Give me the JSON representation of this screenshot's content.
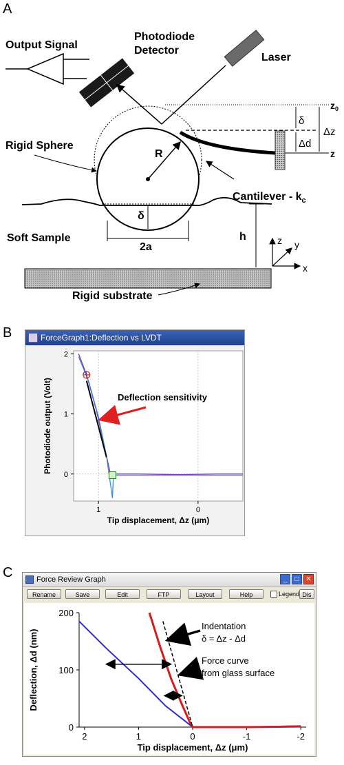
{
  "panels": {
    "a": "A",
    "b": "B",
    "c": "C"
  },
  "diagram": {
    "output_signal": "Output Signal",
    "photodiode_line1": "Photodiode",
    "photodiode_line2": "Detector",
    "laser": "Laser",
    "rigid_sphere": "Rigid Sphere",
    "radius": "R",
    "delta": "δ",
    "two_a": "2a",
    "soft_sample": "Soft Sample",
    "h": "h",
    "cantilever": "Cantilever - k",
    "cantilever_sub": "c",
    "z0": "z",
    "z0_sub": "0",
    "z": "z",
    "dz": "Δz",
    "dd": "Δd",
    "delta_right": "δ",
    "axis_z": "z",
    "axis_y": "y",
    "axis_x": "x",
    "substrate": "Rigid substrate"
  },
  "window_b": {
    "title": "ForceGraph1:Deflection vs LVDT",
    "annotation": "Deflection sensitivity",
    "chart_data": {
      "type": "line",
      "xlabel": "Tip displacement, Δz (μm)",
      "ylabel": "Photodiode output (Volt)",
      "xlim": [
        1.25,
        -0.45
      ],
      "ylim": [
        -0.45,
        2.05
      ],
      "x_ticks": [
        "1",
        "0"
      ],
      "y_ticks": [
        "2",
        "1",
        "0"
      ],
      "series": [
        {
          "color": "#7b2fb8",
          "x": [
            1.2,
            1.12,
            1.02,
            0.92,
            0.88,
            0.85,
            0.6,
            0.2,
            -0.2,
            -0.45
          ],
          "y": [
            2.0,
            1.65,
            1.05,
            0.3,
            0.0,
            0.0,
            0.0,
            -0.01,
            0.0,
            0.0
          ]
        },
        {
          "color": "#3a8ad8",
          "x": [
            1.2,
            1.1,
            1.0,
            0.92,
            0.86,
            0.85,
            0.4,
            0.0,
            -0.45
          ],
          "y": [
            1.95,
            1.55,
            0.95,
            0.3,
            -0.4,
            -0.02,
            -0.02,
            -0.02,
            -0.02
          ]
        },
        {
          "color": "#000000",
          "x": [
            1.12,
            0.92
          ],
          "y": [
            1.55,
            0.28
          ]
        }
      ]
    }
  },
  "window_c": {
    "title": "Force Review Graph",
    "toolbar": [
      "Rename",
      "Save",
      "Edit",
      "FTP",
      "Layout",
      "Help"
    ],
    "legend_label": "Legend",
    "overflow_label": "Dis",
    "annot_indentation": "Indentation",
    "annot_delta_eq": "δ = Δz - Δd",
    "annot_force_l1": "Force curve",
    "annot_force_l2": "from glass surface",
    "chart_data": {
      "type": "line",
      "xlabel": "Tip displacement, Δz (μm)",
      "ylabel": "Deflection, Δd (nm)",
      "xlim": [
        2.1,
        -2.1
      ],
      "ylim": [
        0,
        200
      ],
      "x_ticks": [
        "2",
        "1",
        "0",
        "-1",
        "-2"
      ],
      "y_ticks": [
        "200",
        "100",
        "0"
      ],
      "series": [
        {
          "color": "#2a2ad8",
          "x": [
            2.1,
            1.6,
            1.0,
            0.5,
            0.2,
            0.0,
            -1.0,
            -2.0
          ],
          "y": [
            185,
            138,
            85,
            37,
            15,
            0,
            0,
            2
          ]
        },
        {
          "color": "#d81a1a",
          "x": [
            0.8,
            0.6,
            0.4,
            0.2,
            0.05,
            0.0,
            -1.0,
            -2.0
          ],
          "y": [
            200,
            140,
            85,
            40,
            8,
            0,
            0,
            1
          ]
        },
        {
          "color": "#000000",
          "dashed": true,
          "x": [
            0.55,
            0.0
          ],
          "y": [
            185,
            0
          ]
        }
      ]
    }
  }
}
